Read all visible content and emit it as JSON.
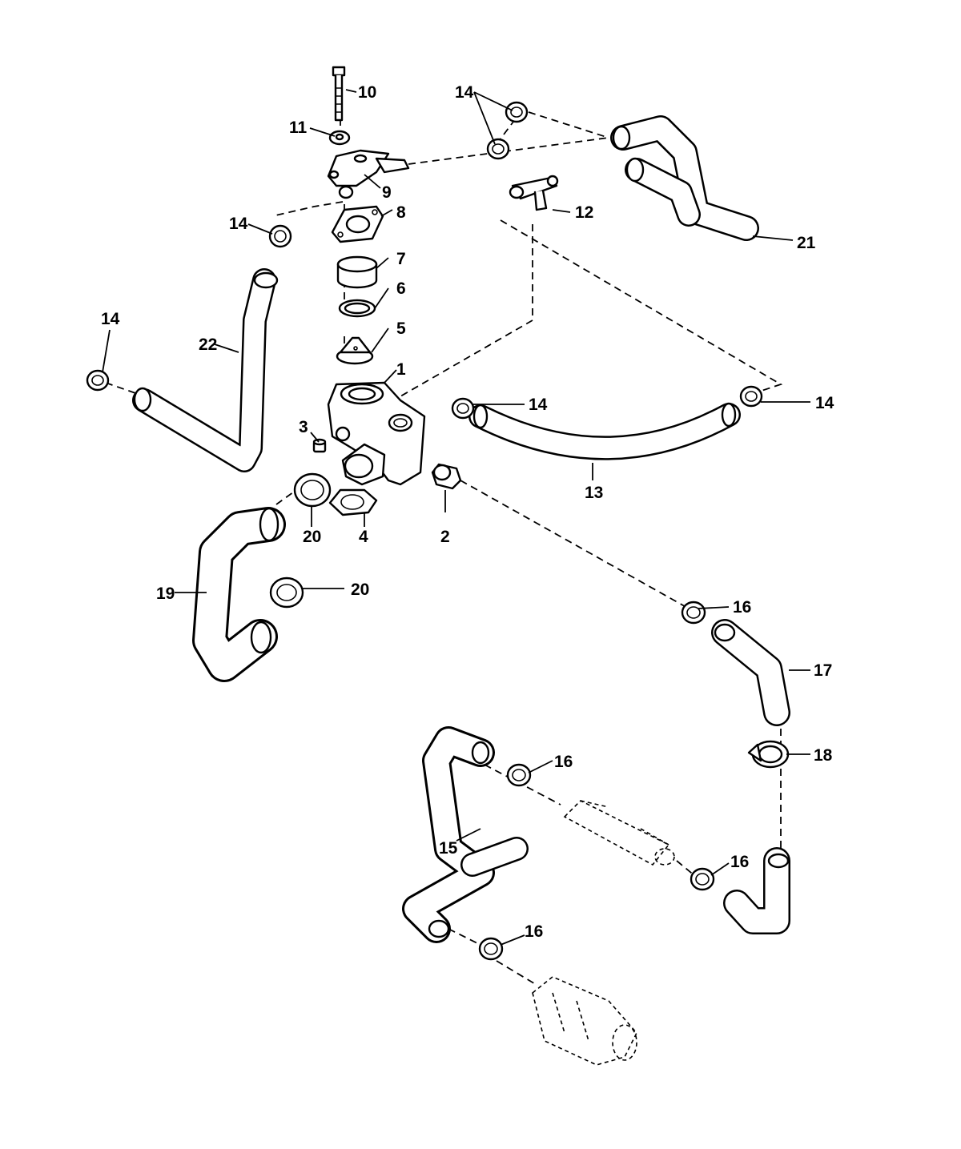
{
  "callouts": {
    "c1": "1",
    "c2": "2",
    "c3": "3",
    "c4": "4",
    "c5": "5",
    "c6": "6",
    "c7": "7",
    "c8": "8",
    "c9": "9",
    "c10": "10",
    "c11": "11",
    "c12": "12",
    "c13": "13",
    "c14a": "14",
    "c14b": "14",
    "c14c": "14",
    "c14d": "14",
    "c14e": "14",
    "c15": "15",
    "c16a": "16",
    "c16b": "16",
    "c16c": "16",
    "c16d": "16",
    "c17": "17",
    "c18": "18",
    "c19": "19",
    "c20a": "20",
    "c20b": "20",
    "c21": "21",
    "c22": "22"
  }
}
